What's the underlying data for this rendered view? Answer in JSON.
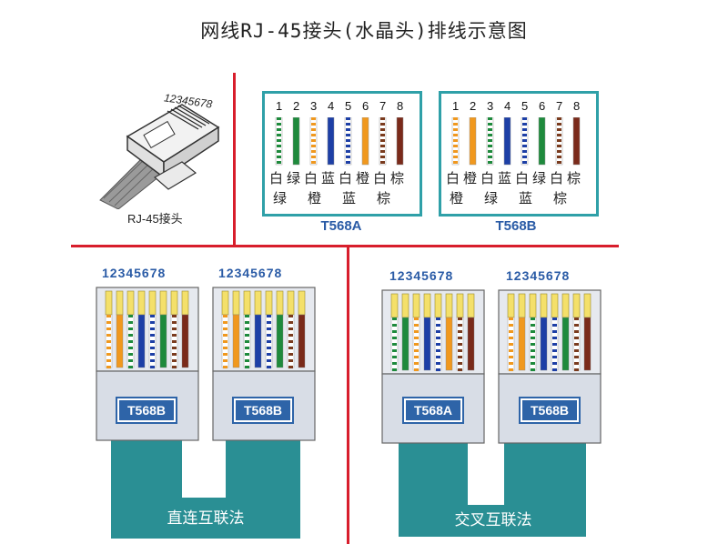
{
  "title": "网线RJ-45接头(水晶头)排线示意图",
  "rj45": {
    "pin_numbers": "12345678",
    "caption": "RJ-45接头"
  },
  "standards": {
    "pins": [
      "1",
      "2",
      "3",
      "4",
      "5",
      "6",
      "7",
      "8"
    ],
    "t568a": {
      "name": "T568A",
      "colors_top": [
        "白",
        "绿",
        "白",
        "蓝",
        "白",
        "橙",
        "白",
        "棕"
      ],
      "colors_bottom": [
        "绿",
        "",
        "橙",
        "",
        "蓝",
        "",
        "棕",
        ""
      ],
      "wires": [
        {
          "base": "#ffffff",
          "stripe": "#1e8a3c"
        },
        {
          "base": "#1e8a3c",
          "stripe": null
        },
        {
          "base": "#ffffff",
          "stripe": "#f0981e"
        },
        {
          "base": "#1d3fa6",
          "stripe": null
        },
        {
          "base": "#ffffff",
          "stripe": "#1d3fa6"
        },
        {
          "base": "#f0981e",
          "stripe": null
        },
        {
          "base": "#ffffff",
          "stripe": "#7a3b1e"
        },
        {
          "base": "#7a2a1a",
          "stripe": null
        }
      ]
    },
    "t568b": {
      "name": "T568B",
      "colors_top": [
        "白",
        "橙",
        "白",
        "蓝",
        "白",
        "绿",
        "白",
        "棕"
      ],
      "colors_bottom": [
        "橙",
        "",
        "绿",
        "",
        "蓝",
        "",
        "棕",
        ""
      ],
      "wires": [
        {
          "base": "#ffffff",
          "stripe": "#f0981e"
        },
        {
          "base": "#f0981e",
          "stripe": null
        },
        {
          "base": "#ffffff",
          "stripe": "#1e8a3c"
        },
        {
          "base": "#1d3fa6",
          "stripe": null
        },
        {
          "base": "#ffffff",
          "stripe": "#1d3fa6"
        },
        {
          "base": "#1e8a3c",
          "stripe": null
        },
        {
          "base": "#ffffff",
          "stripe": "#7a3b1e"
        },
        {
          "base": "#7a2a1a",
          "stripe": null
        }
      ]
    }
  },
  "straight": {
    "left_nums": "12345678",
    "right_nums": "12345678",
    "left_tag": "T568B",
    "right_tag": "T568B",
    "label": "直连互联法"
  },
  "cross": {
    "left_nums": "12345678",
    "right_nums": "12345678",
    "left_tag": "T568A",
    "right_tag": "T568B",
    "label": "交叉互联法"
  },
  "colors": {
    "divider": "#d81e2c",
    "box_border": "#2fa0a8",
    "label_blue": "#2a5ba6",
    "cable_teal": "#2a8f94",
    "plug_gray": "#d8dde6",
    "tag_blue": "#2e64a8"
  }
}
